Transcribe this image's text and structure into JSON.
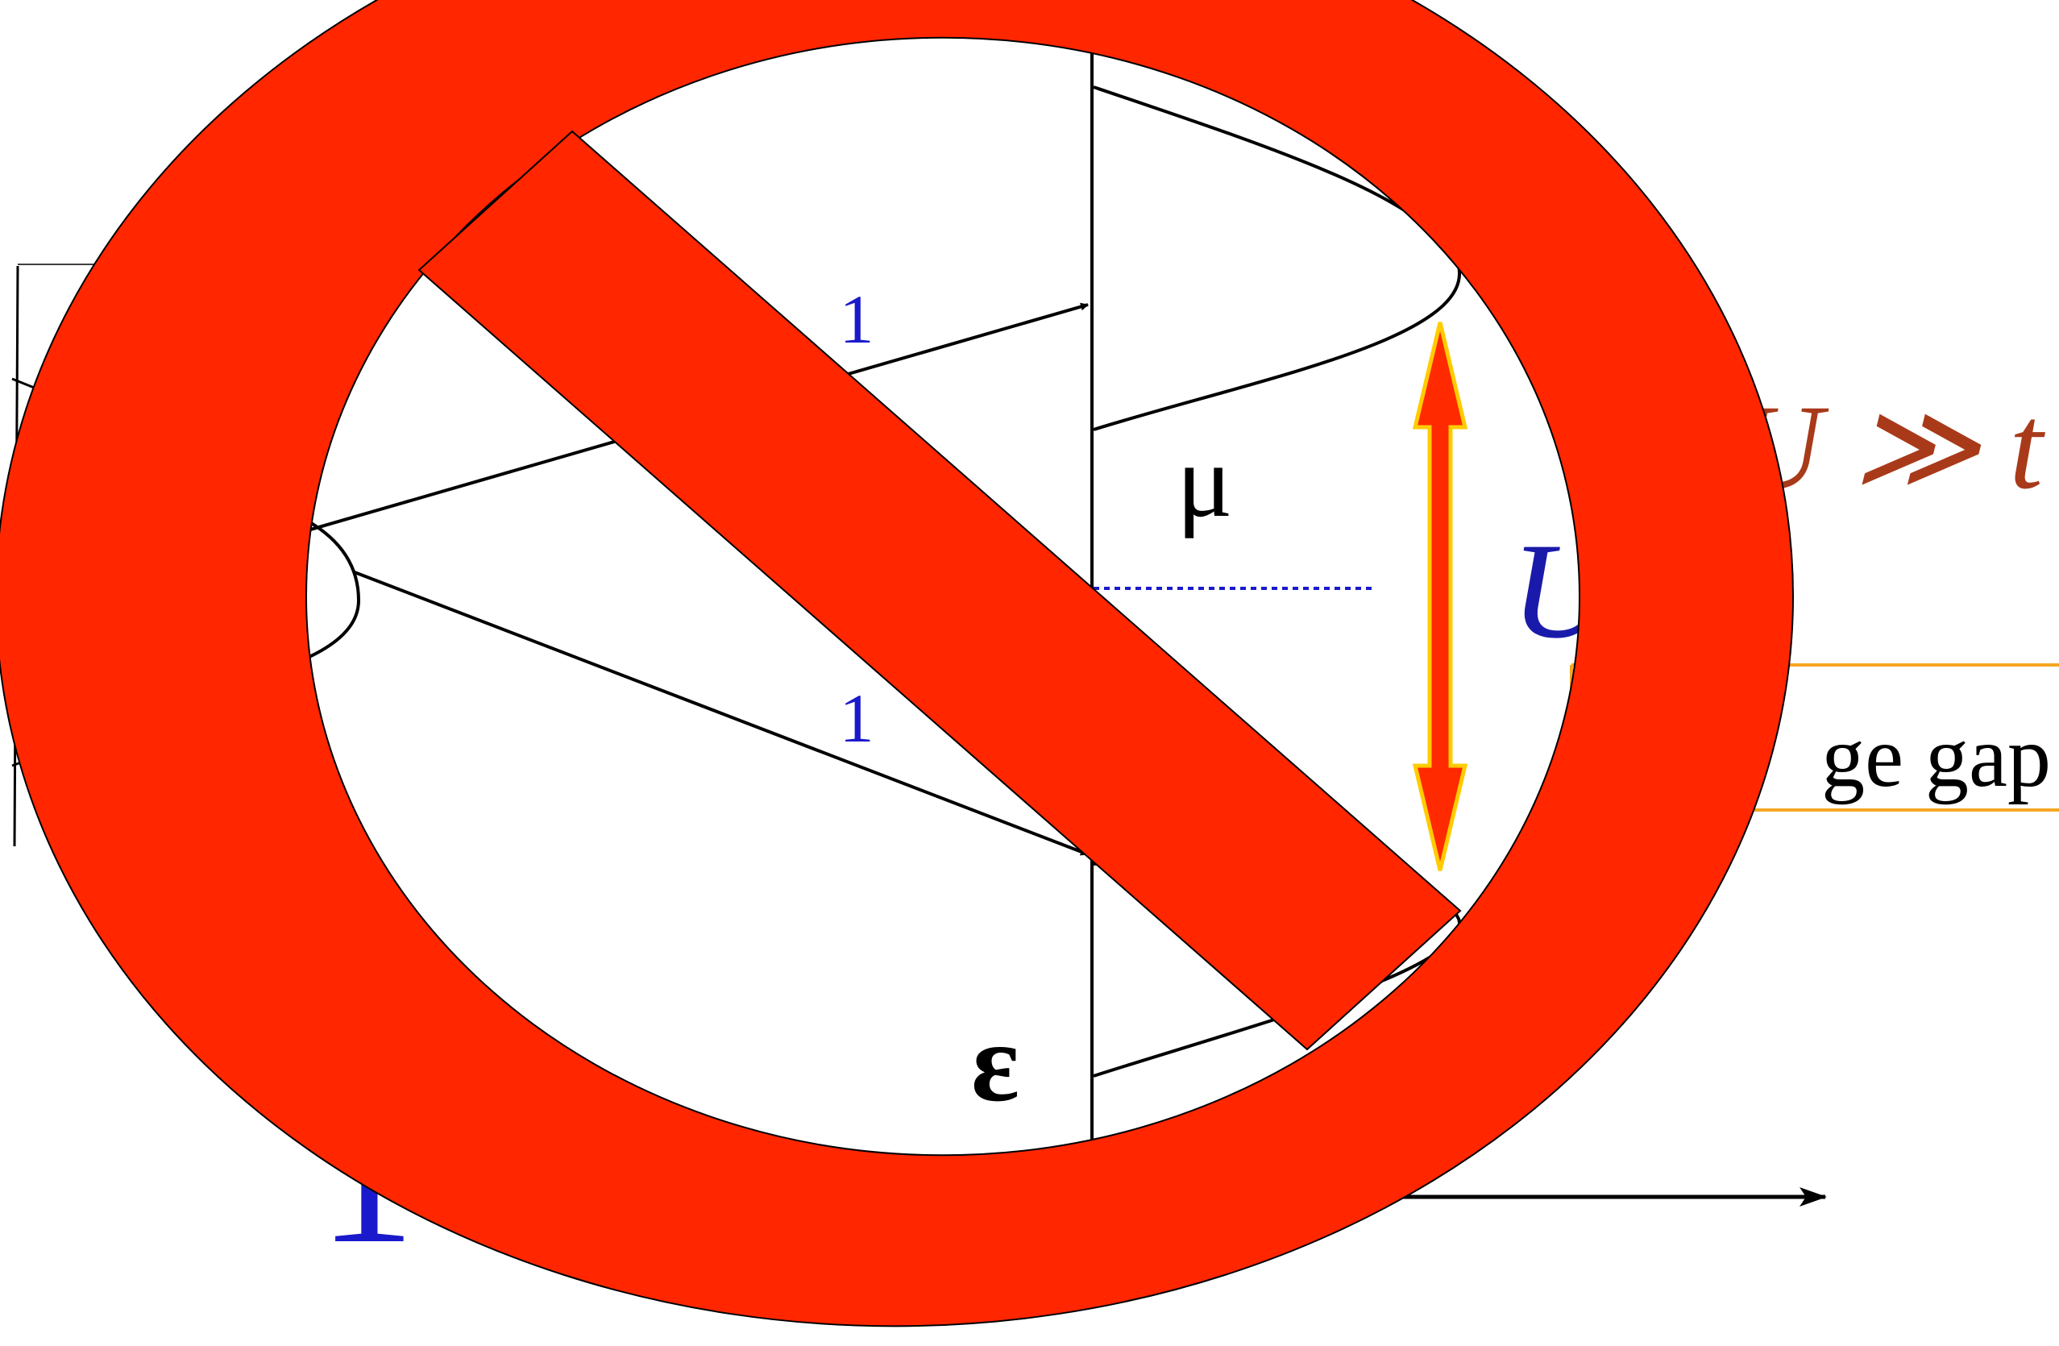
{
  "labels": {
    "hop_top": "1",
    "hop_bottom": "1",
    "mu": "μ",
    "epsilon": "ε",
    "u_symbol": "U",
    "u_much_greater_t": "U ≫ t",
    "charge_gap_fragment": "ge gap",
    "big_one": "1"
  },
  "colors": {
    "hop_label": "#1a1acc",
    "u_symbol": "#1a1aaa",
    "u_much_greater_t": "#a83a1a",
    "gap_arrow_fill": "#ff2a00",
    "gap_arrow_outline": "#ffcc00",
    "gap_box_border": "#f5a623",
    "mu_dotted_line": "#1a1acc",
    "prohibition_sign": "#ff2600",
    "line": "#000000"
  },
  "icons": {
    "overlay": "prohibition-sign-icon"
  }
}
